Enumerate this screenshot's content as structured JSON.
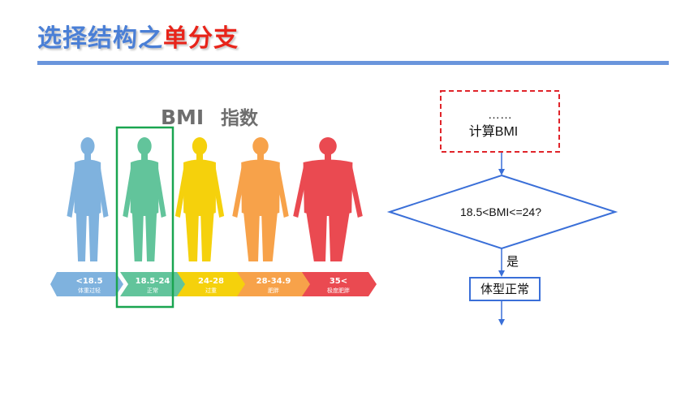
{
  "slide": {
    "title_part1": "选择结构之",
    "title_part2": "单分支"
  },
  "colors": {
    "title_blue": "#4a7fd6",
    "title_red": "#e8241a",
    "rule_blue": "#6a95dc",
    "highlight_green": "#1aa550",
    "flow_blue": "#3a6fd8",
    "dashed_red": "#e0242a"
  },
  "bmi_chart": {
    "heading_latin": "BMI",
    "heading_cn": "指数",
    "categories": [
      {
        "range": "<18.5",
        "label": "体重过轻",
        "color": "#7fb2de"
      },
      {
        "range": "18.5-24",
        "label": "正常",
        "color": "#62c49b"
      },
      {
        "range": "24-28",
        "label": "过重",
        "color": "#f5d10c"
      },
      {
        "range": "28-34.9",
        "label": "肥胖",
        "color": "#f7a24a"
      },
      {
        "range": "35<",
        "label": "极度肥胖",
        "color": "#ea4a51"
      }
    ],
    "highlighted_index": 1
  },
  "flowchart": {
    "process_ellipsis": "……",
    "process_label": "计算BMI",
    "decision_label": "18.5<BMI<=24?",
    "yes_label": "是",
    "result_label": "体型正常"
  }
}
